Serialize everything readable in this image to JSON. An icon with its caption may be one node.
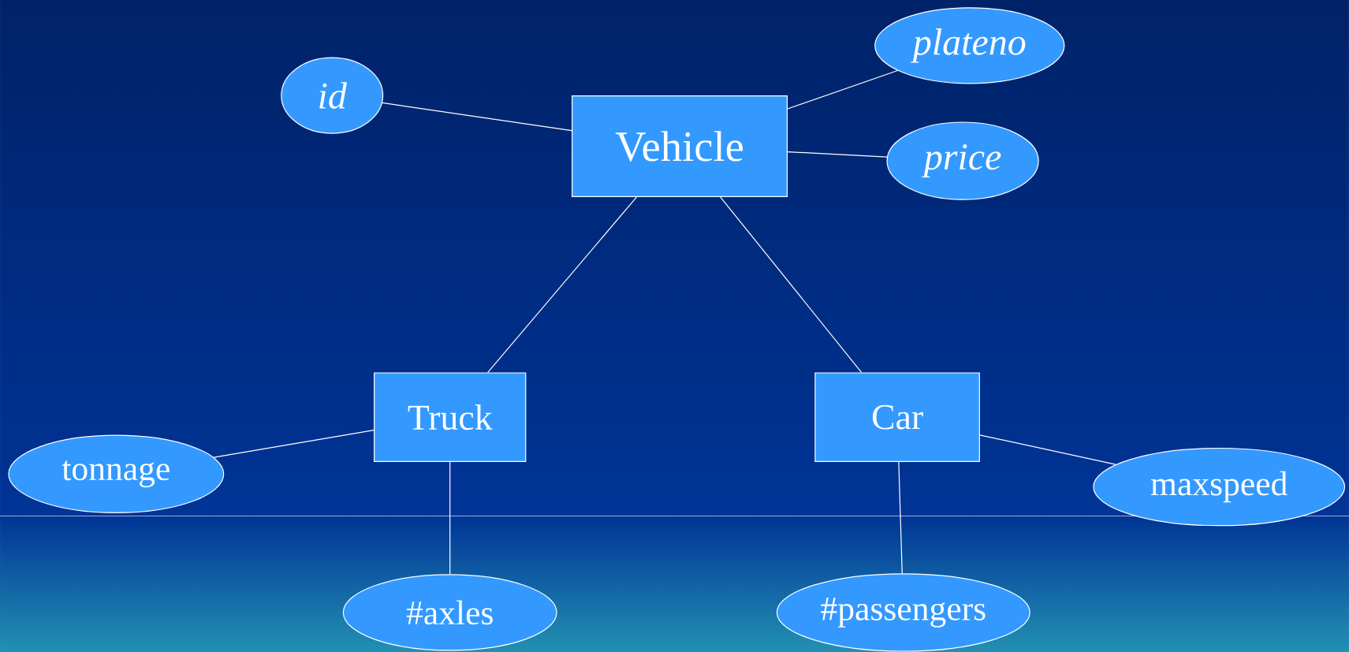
{
  "diagram": {
    "nodes": [
      {
        "text": [
          "Vehicle"
        ]
      },
      {
        "text": [
          "id"
        ]
      },
      {
        "text": [
          "plateno"
        ]
      },
      {
        "text": [
          "price"
        ]
      },
      {
        "text": [
          "Truck"
        ]
      },
      {
        "text": [
          "Car"
        ]
      },
      {
        "text": [
          "tonnage"
        ]
      },
      {
        "text": [
          "#axles"
        ]
      },
      {
        "text": [
          "#passengers"
        ]
      },
      {
        "text": [
          "maxspeed"
        ]
      }
    ],
    "edges": [
      {
        "from": 1,
        "to": 0,
        "arrow": "none"
      },
      {
        "from": 0,
        "to": 2,
        "arrow": "none"
      },
      {
        "from": 0,
        "to": 3,
        "arrow": "none"
      },
      {
        "from": 0,
        "to": 4,
        "arrow": "none"
      },
      {
        "from": 0,
        "to": 5,
        "arrow": "none"
      },
      {
        "from": 6,
        "to": 4,
        "arrow": "none"
      },
      {
        "from": 4,
        "to": 7,
        "arrow": "none"
      },
      {
        "from": 5,
        "to": 8,
        "arrow": "none"
      },
      {
        "from": 5,
        "to": 9,
        "arrow": "none"
      }
    ]
  }
}
